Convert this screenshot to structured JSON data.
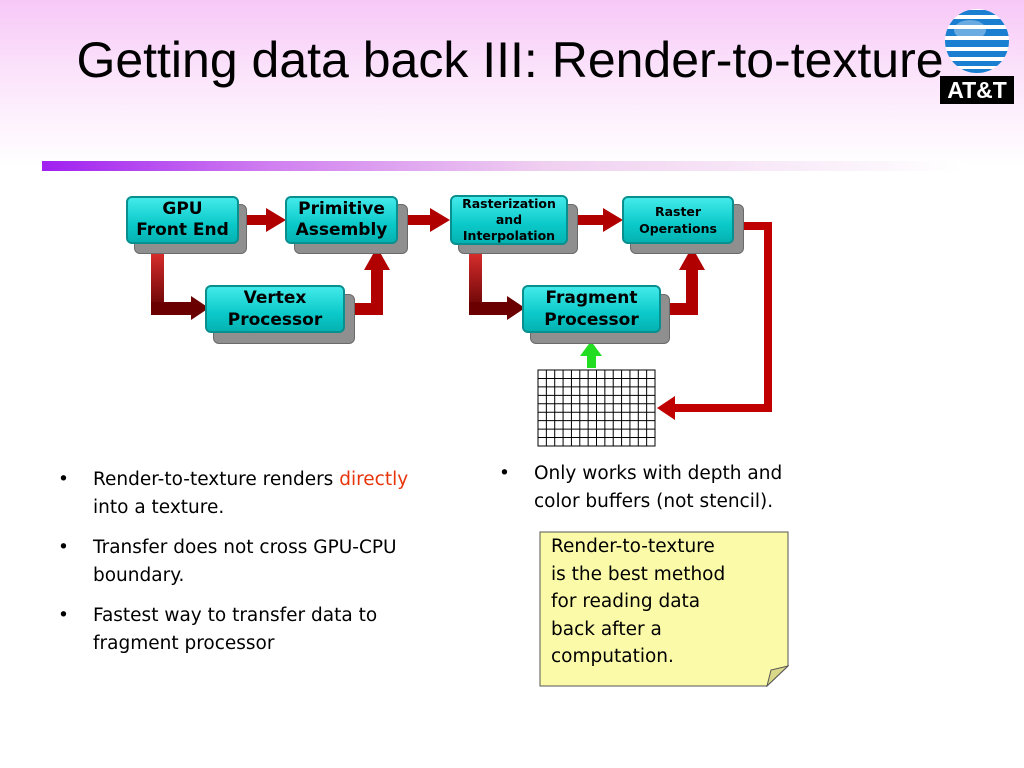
{
  "slide": {
    "title": "Getting data back III: Render-to-texture",
    "logo_text": "AT&T"
  },
  "diagram": {
    "stages": {
      "gpu_front_end": [
        "GPU",
        "Front End"
      ],
      "primitive_assembly": [
        "Primitive",
        "Assembly"
      ],
      "rasterization": [
        "Rasterization",
        "and",
        "Interpolation"
      ],
      "raster_operations": [
        "Raster",
        "Operations"
      ],
      "vertex_processor": [
        "Vertex",
        "Processor"
      ],
      "fragment_processor": [
        "Fragment",
        "Processor"
      ]
    },
    "colors": {
      "stage_fill": "#0bc9c9",
      "arrow": "#b00000",
      "texture_feed_arrow": "#22dd22"
    }
  },
  "left_bullets": [
    {
      "before": "Render-to-texture renders ",
      "highlight": "directly",
      "after": " into a texture."
    },
    {
      "before": "Transfer does not cross GPU-CPU boundary.",
      "highlight": "",
      "after": ""
    },
    {
      "before": "Fastest way to transfer data to fragment processor",
      "highlight": "",
      "after": ""
    }
  ],
  "right_bullets": [
    {
      "text": "Only works with depth and color buffers (not stencil)."
    }
  ],
  "note": {
    "lines": [
      "Render-to-texture",
      "is the best method",
      "for reading data",
      "back after a",
      "computation."
    ],
    "background": "#fafaa8"
  },
  "bullet_glyph": "•",
  "highlight_color": "#e8350c"
}
